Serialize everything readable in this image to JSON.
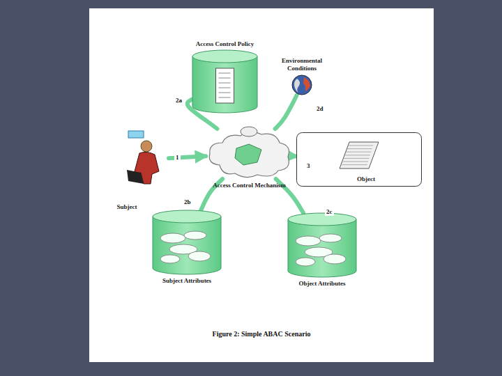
{
  "diagram": {
    "caption": "Figure 2: Simple ABAC Scenario",
    "nodes": [
      {
        "text": [
          "Access Control Policy"
        ]
      },
      {
        "text": [
          "Environmental Conditions"
        ]
      },
      {
        "text": [
          "Subject"
        ]
      },
      {
        "text": [
          "Access Control Mechanism"
        ]
      },
      {
        "text": [
          "Object"
        ]
      },
      {
        "text": [
          "Subject Attributes"
        ]
      },
      {
        "text": [
          "Object Attributes"
        ]
      }
    ],
    "edges": [
      {
        "from": 2,
        "to": 3,
        "label": "1",
        "arrow": "to"
      },
      {
        "from": 3,
        "to": 0,
        "label": "2a",
        "arrow": "none"
      },
      {
        "from": 3,
        "to": 5,
        "label": "2b",
        "arrow": "none"
      },
      {
        "from": 3,
        "to": 6,
        "label": "2c",
        "arrow": "none"
      },
      {
        "from": 3,
        "to": 1,
        "label": "2d",
        "arrow": "none"
      },
      {
        "from": 3,
        "to": 4,
        "label": "3",
        "arrow": "to"
      }
    ]
  }
}
